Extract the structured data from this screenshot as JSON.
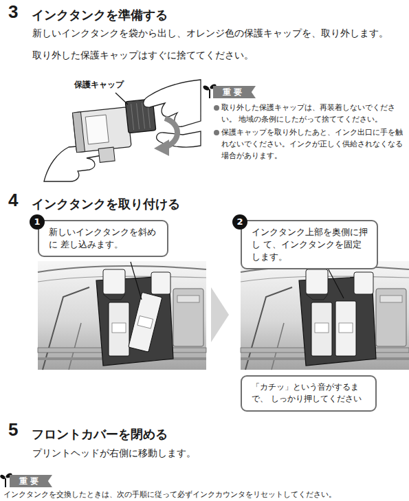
{
  "diagram": {
    "nodes": [
      {
        "text": [
          "重要"
        ]
      },
      {
        "text": [
          "1",
          "新しいインクタンクを斜めに 差し込みます。"
        ]
      },
      {
        "text": [
          "2",
          "インクタンク上部を奥側に押し て、インクタンクを固定します。"
        ]
      },
      {
        "text": [
          "「カチッ」という音がするまで、 しっかり押してください"
        ]
      },
      {
        "text": [
          "重要"
        ]
      }
    ],
    "labels": [
      "3",
      "インクタンクを準備する",
      "新しいインクタンクを袋から出し、オレンジ色の保護キャップを、取り外します。",
      "取り外した保護キャップはすぐに捨ててください。",
      "保護キャップ",
      "取り外した保護キャップは、再装着しないでください。 地域の条例にしたがって捨ててください。",
      "保護キャップを取り外したあと、インク出口に手を触 れないでください。インクが正しく供給されなくなる 場合があります。",
      "4",
      "インクタンクを取り付ける",
      "5",
      "フロントカバーを閉める",
      "プリントヘッドが右側に移動します。",
      "インクタンクを交換したときは、次の手順に従って必ずインクカウンタをリセットしてください。"
    ]
  }
}
